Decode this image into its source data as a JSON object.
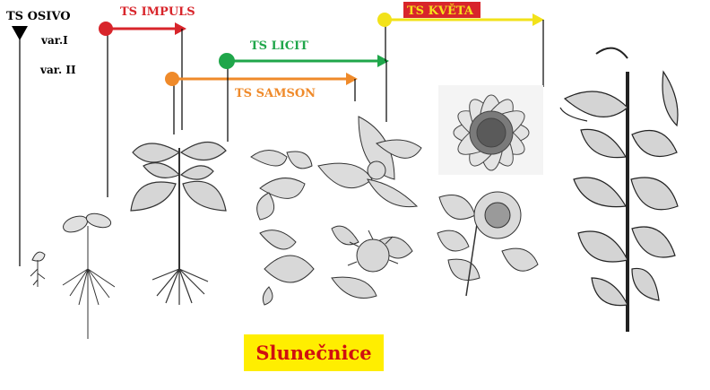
{
  "labels": {
    "osivo": "TS OSIVO",
    "var1": "var.I",
    "var2": "var. II",
    "impuls": "TS IMPULS",
    "licit": "TS LICIT",
    "samson": "TS SAMSON",
    "kveta": "TS KVĚTA"
  },
  "title": "Slunečnice",
  "colors": {
    "impuls": "#d8252b",
    "licit": "#1fa64a",
    "samson": "#ef8a2a",
    "kveta": "#f2e21a",
    "kveta_label_bg": "#d8252b",
    "kveta_label_text": "#f5e21a",
    "title_bg": "#ffee00",
    "title_text": "#d01010"
  }
}
